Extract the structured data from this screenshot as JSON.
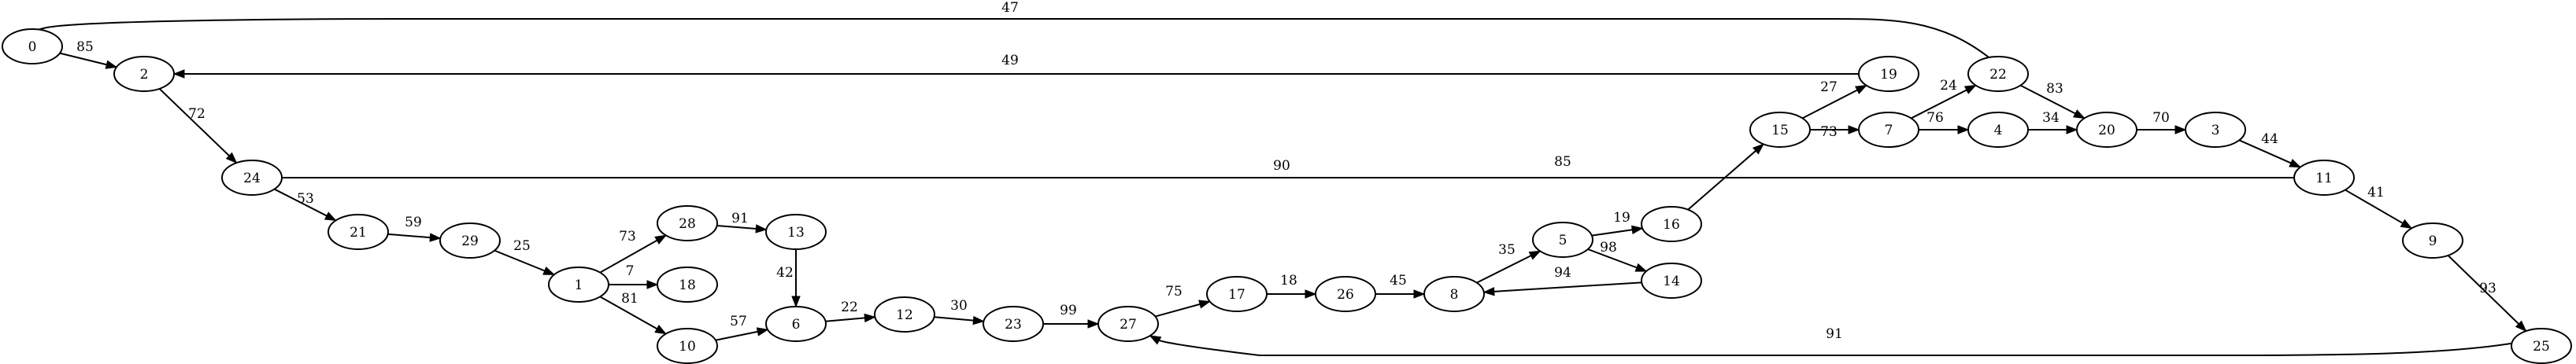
{
  "graph": {
    "nodes": [
      "0",
      "2",
      "24",
      "21",
      "29",
      "1",
      "28",
      "18",
      "10",
      "13",
      "6",
      "12",
      "23",
      "27",
      "17",
      "26",
      "8",
      "5",
      "14",
      "16",
      "15",
      "19",
      "7",
      "22",
      "4",
      "20",
      "3",
      "11",
      "9",
      "25"
    ],
    "edges": [
      {
        "from": "0",
        "to": "2",
        "label": "85"
      },
      {
        "from": "22",
        "to": "0",
        "label": "47"
      },
      {
        "from": "19",
        "to": "2",
        "label": "49"
      },
      {
        "from": "2",
        "to": "24",
        "label": "72"
      },
      {
        "from": "11",
        "to": "24",
        "label": "90"
      },
      {
        "from": "24",
        "to": "21",
        "label": "53"
      },
      {
        "from": "21",
        "to": "29",
        "label": "59"
      },
      {
        "from": "29",
        "to": "1",
        "label": "25"
      },
      {
        "from": "1",
        "to": "28",
        "label": "73"
      },
      {
        "from": "1",
        "to": "18",
        "label": "7"
      },
      {
        "from": "1",
        "to": "10",
        "label": "81"
      },
      {
        "from": "28",
        "to": "13",
        "label": "91"
      },
      {
        "from": "13",
        "to": "6",
        "label": "42"
      },
      {
        "from": "10",
        "to": "6",
        "label": "57"
      },
      {
        "from": "6",
        "to": "12",
        "label": "22"
      },
      {
        "from": "12",
        "to": "23",
        "label": "30"
      },
      {
        "from": "23",
        "to": "27",
        "label": "99"
      },
      {
        "from": "25",
        "to": "27",
        "label": "91"
      },
      {
        "from": "27",
        "to": "17",
        "label": "75"
      },
      {
        "from": "17",
        "to": "26",
        "label": "18"
      },
      {
        "from": "26",
        "to": "8",
        "label": "45"
      },
      {
        "from": "8",
        "to": "5",
        "label": "35"
      },
      {
        "from": "14",
        "to": "8",
        "label": "94"
      },
      {
        "from": "5",
        "to": "16",
        "label": "19"
      },
      {
        "from": "5",
        "to": "14",
        "label": "98"
      },
      {
        "from": "16",
        "to": "15",
        "label": "85"
      },
      {
        "from": "15",
        "to": "19",
        "label": "27"
      },
      {
        "from": "15",
        "to": "7",
        "label": "73"
      },
      {
        "from": "7",
        "to": "22",
        "label": "24"
      },
      {
        "from": "7",
        "to": "4",
        "label": "76"
      },
      {
        "from": "22",
        "to": "20",
        "label": "83"
      },
      {
        "from": "4",
        "to": "20",
        "label": "34"
      },
      {
        "from": "20",
        "to": "3",
        "label": "70"
      },
      {
        "from": "3",
        "to": "11",
        "label": "44"
      },
      {
        "from": "11",
        "to": "9",
        "label": "41"
      },
      {
        "from": "9",
        "to": "25",
        "label": "93"
      }
    ]
  }
}
